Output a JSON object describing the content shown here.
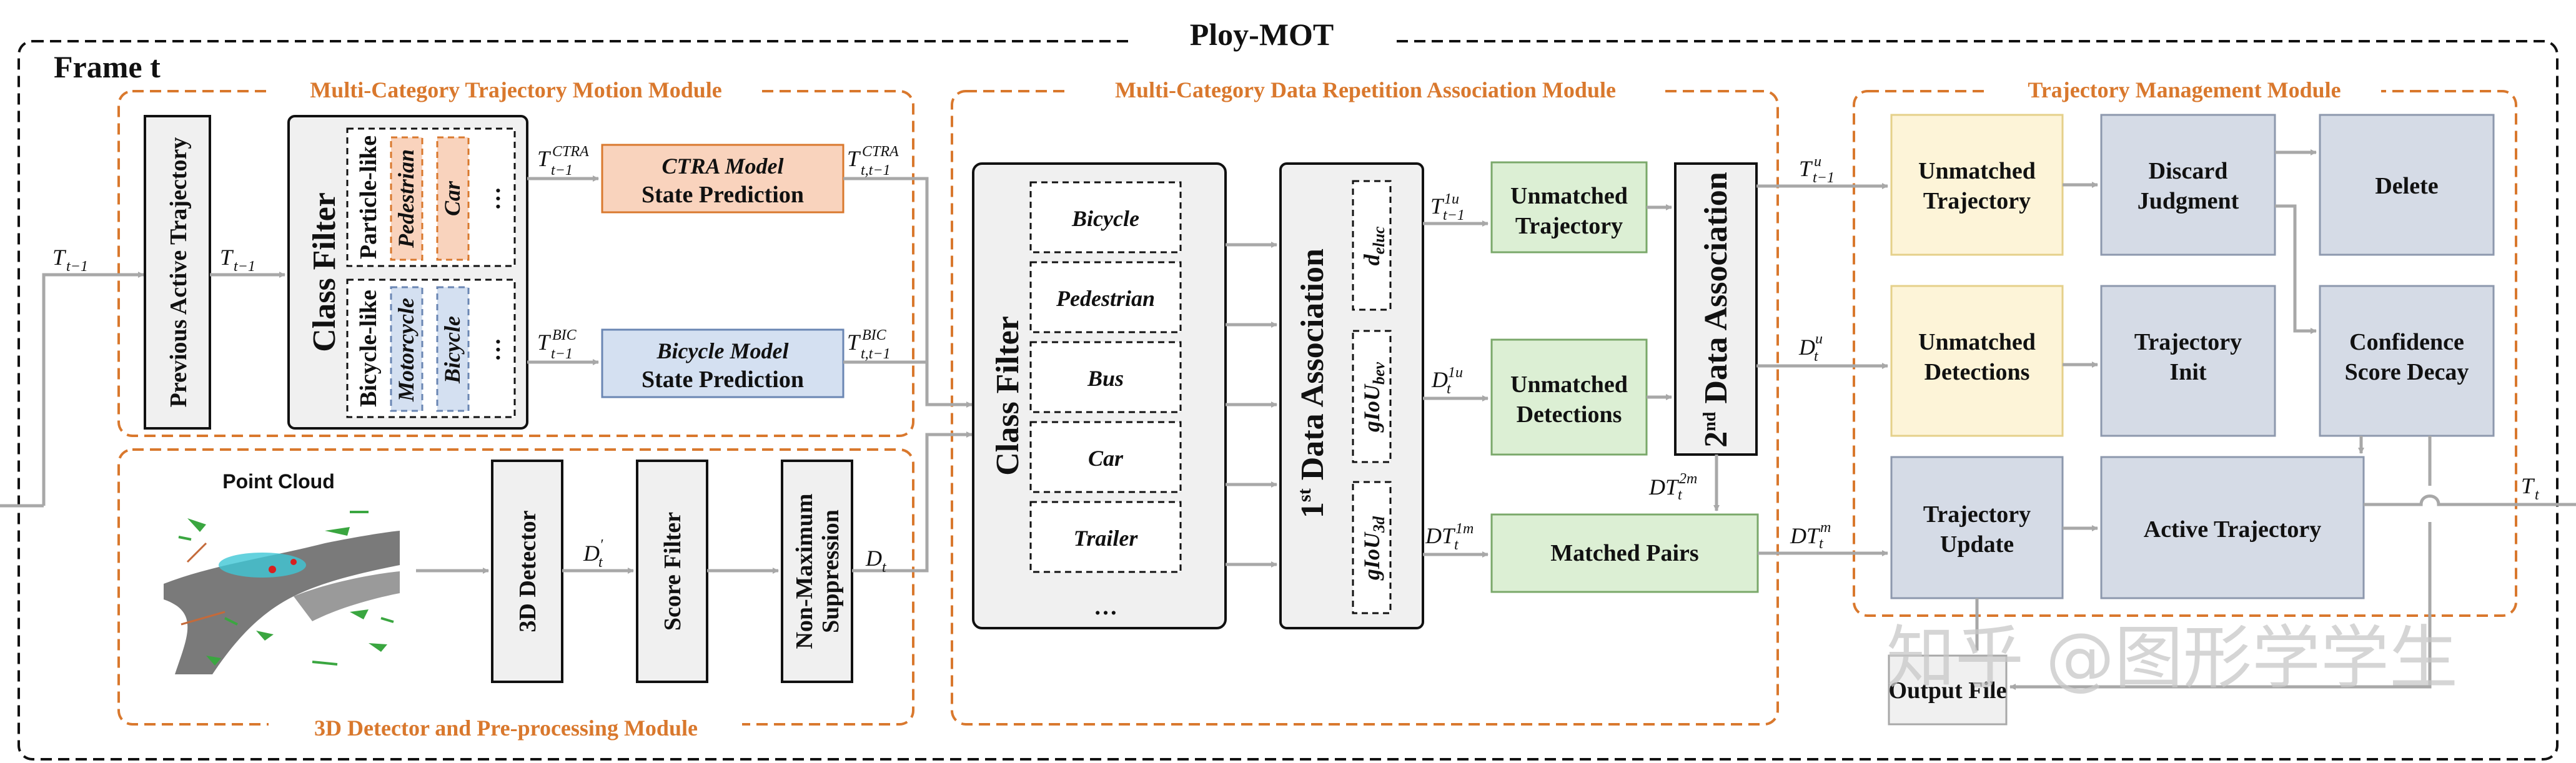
{
  "title": "Ploy-MOT",
  "frame_label": "Frame t",
  "colors": {
    "orange": "#d9782d",
    "orange_fill": "#f9d3bd",
    "blue_fill": "#d4e0f1",
    "green_fill": "#dcefd4",
    "yellow_fill": "#fdf4d8",
    "slate_fill": "#d5dbe6",
    "gray_fill": "#f0f0f0",
    "arrow": "#a8a8a8"
  },
  "modules": {
    "motion": "Multi-Category Trajectory Motion Module",
    "association": "Multi-Category Data Repetition Association Module",
    "management": "Trajectory Management Module",
    "detector": "3D Detector and Pre-processing Module"
  },
  "motion": {
    "prev_active": "Previous Active Trajectory",
    "class_filter": "Class Filter",
    "particle_like": "Particle-like",
    "pedestrian": "Pedestrian",
    "car": "Car",
    "bicycle_like": "Bicycle-like",
    "motorcycle": "Motorcycle",
    "bicycle": "Bicycle",
    "ellipsis": "…",
    "ctra_model": "CTRA Model",
    "ctra_state": "State Prediction",
    "bicycle_model": "Bicycle Model",
    "bicycle_state": "State Prediction"
  },
  "detector": {
    "point_cloud": "Point Cloud",
    "detector_3d": "3D Detector",
    "score_filter": "Score Filter",
    "nms_line1": "Non-Maximum",
    "nms_line2": "Suppression"
  },
  "association": {
    "class_filter": "Class Filter",
    "categories": [
      "Bicycle",
      "Pedestrian",
      "Bus",
      "Car",
      "Trailer"
    ],
    "ellipsis": "…",
    "first_assoc": "Data Association",
    "first_prefix": "1",
    "first_sup": "st",
    "metrics": [
      "d_eluc",
      "gIoU_bev",
      "gIoU_3d"
    ],
    "unmatched_traj_1": "Unmatched",
    "unmatched_traj_2": "Trajectory",
    "unmatched_det_1": "Unmatched",
    "unmatched_det_2": "Detections",
    "matched_pairs": "Matched Pairs",
    "second_assoc": "Data Association",
    "second_prefix": "2",
    "second_sup": "nd"
  },
  "management": {
    "unmatched_traj_1": "Unmatched",
    "unmatched_traj_2": "Trajectory",
    "unmatched_det_1": "Unmatched",
    "unmatched_det_2": "Detections",
    "traj_update_1": "Trajectory",
    "traj_update_2": "Update",
    "discard_1": "Discard",
    "discard_2": "Judgment",
    "delete": "Delete",
    "traj_init_1": "Trajectory",
    "traj_init_2": "Init",
    "conf_decay_1": "Confidence",
    "conf_decay_2": "Score Decay",
    "active_traj": "Active Trajectory",
    "output_file": "Output File"
  },
  "watermark": "知乎 @图形学学生"
}
